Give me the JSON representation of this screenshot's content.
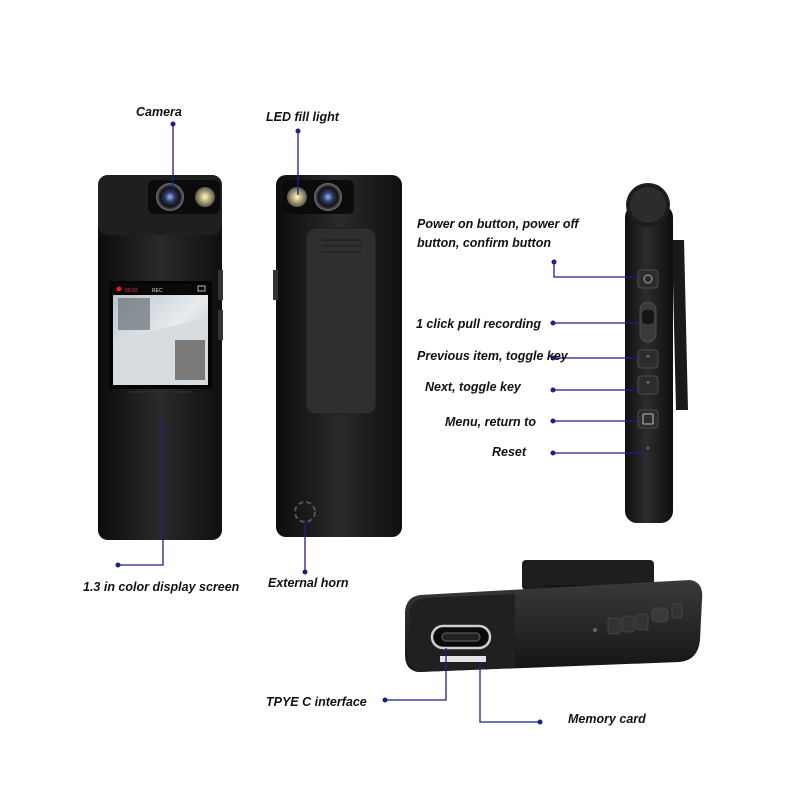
{
  "labels": {
    "camera": "Camera",
    "led_fill_light": "LED fill light",
    "power_button_line1": "Power on button, power off",
    "power_button_line2": "button, confirm button",
    "one_click_recording": "1 click pull recording",
    "previous_item": "Previous item, toggle key",
    "next_item": "Next, toggle key",
    "menu_return": "Menu, return to",
    "reset": "Reset",
    "display_screen": "1.3 in color display screen",
    "external_horn": "External horn",
    "type_c": "TPYE C interface",
    "memory_card": "Memory card"
  },
  "screen_overlay": {
    "rec_text": "REC",
    "time_text": "00:03"
  },
  "colors": {
    "callout_line": "#1a1f8c",
    "device_body": "#1b1b1c",
    "label_text": "#111111"
  }
}
